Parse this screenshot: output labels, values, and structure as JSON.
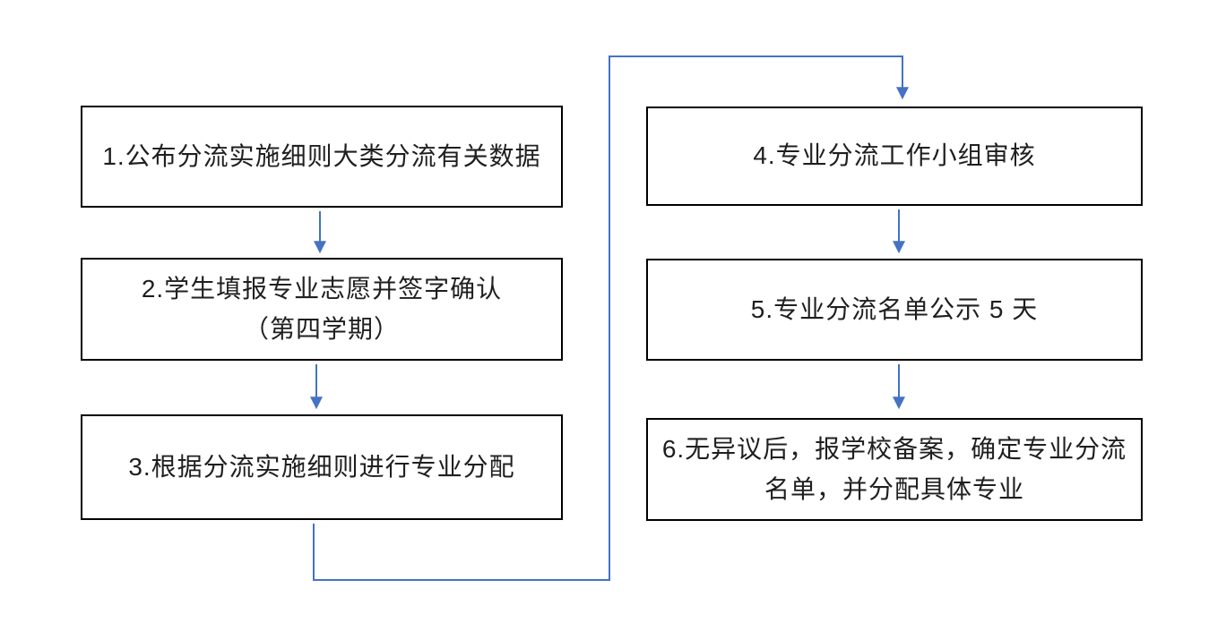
{
  "diagram": {
    "type": "flowchart",
    "colors": {
      "connector": "#4472C4",
      "border": "#000000",
      "box_fill": "#FFFFFF",
      "text": "#1F1F1F",
      "background": "#FFFFFF"
    },
    "steps": [
      {
        "id": "1",
        "label": "1.公布分流实施细则大类分流有关数据"
      },
      {
        "id": "2",
        "label": "2.学生填报专业志愿并签字确认\n（第四学期）"
      },
      {
        "id": "3",
        "label": "3.根据分流实施细则进行专业分配"
      },
      {
        "id": "4",
        "label": "4.专业分流工作小组审核"
      },
      {
        "id": "5",
        "label": "5.专业分流名单公示 5 天"
      },
      {
        "id": "6",
        "label": "6.无异议后，报学校备案，确定专业分流\n名单，并分配具体专业"
      }
    ],
    "flow": [
      {
        "from": "1",
        "to": "2"
      },
      {
        "from": "2",
        "to": "3"
      },
      {
        "from": "3",
        "to": "4"
      },
      {
        "from": "4",
        "to": "5"
      },
      {
        "from": "5",
        "to": "6"
      }
    ]
  }
}
